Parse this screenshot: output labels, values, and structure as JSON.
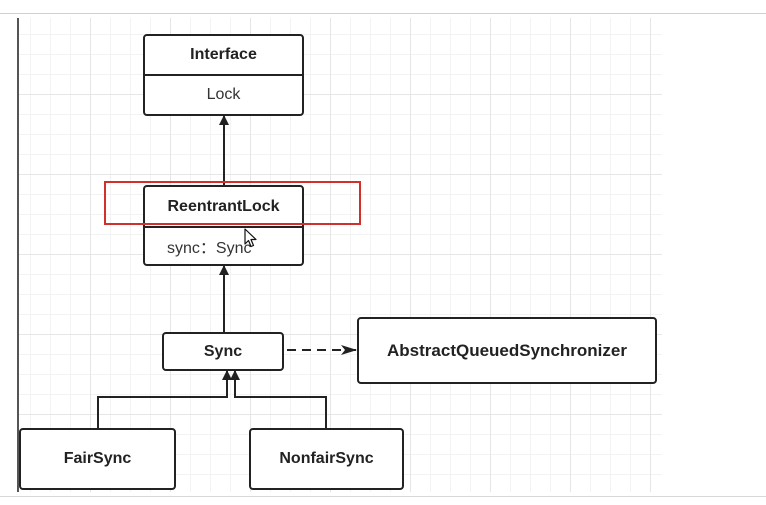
{
  "diagram": {
    "interface_box": {
      "stereotype": "Interface",
      "name": "Lock"
    },
    "reentrantlock_box": {
      "name": "ReentrantLock",
      "field": "sync：Sync"
    },
    "sync_box": {
      "name": "Sync"
    },
    "aqs_box": {
      "name": "AbstractQueuedSynchronizer"
    },
    "fairsync_box": {
      "name": "FairSync"
    },
    "nonfairsync_box": {
      "name": "NonfairSync"
    },
    "colors": {
      "stroke": "#222222",
      "highlight": "#d0312d",
      "grid": "#e6e6e6"
    }
  }
}
